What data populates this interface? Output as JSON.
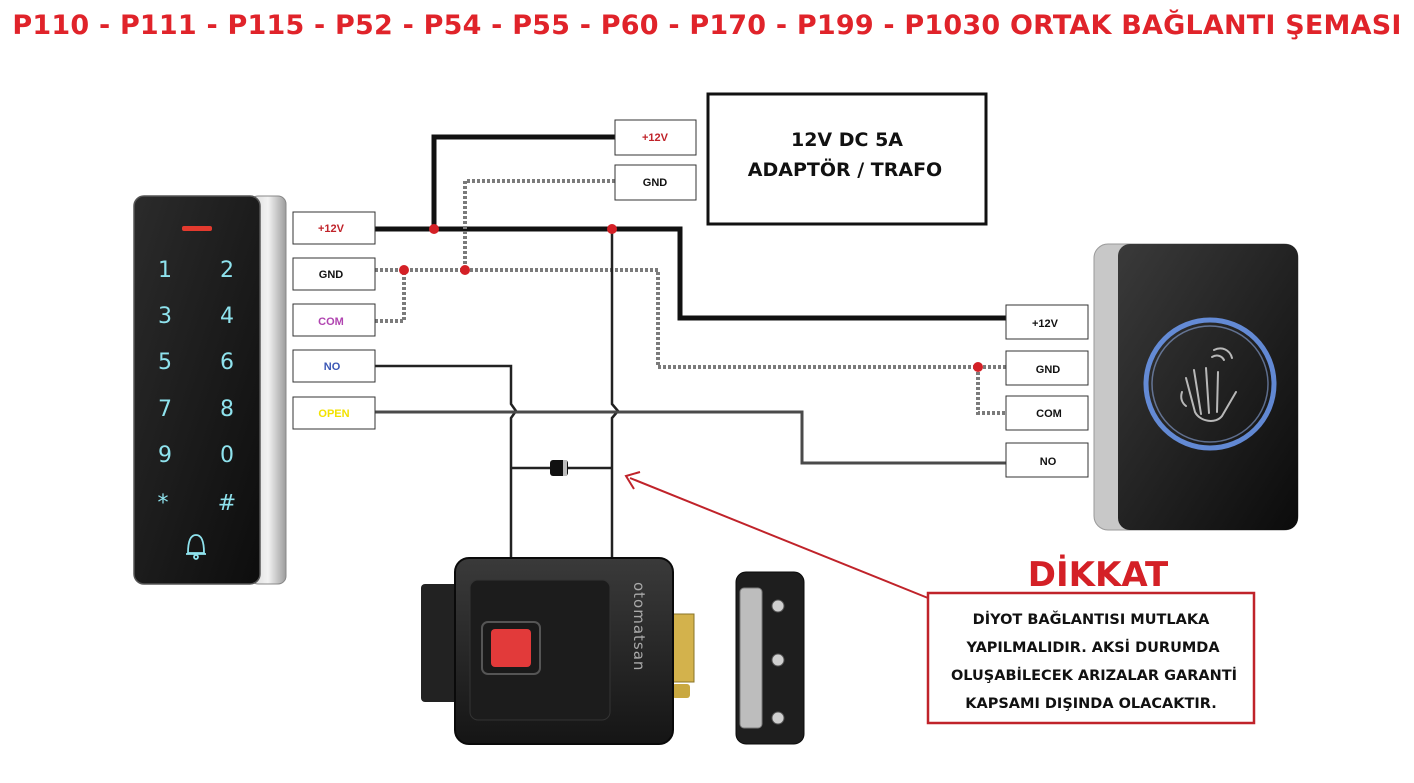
{
  "title": "P110 - P111 - P115 - P52 - P54 - P55 - P60 - P170 - P199 - P1030 ORTAK BAĞLANTI ŞEMASI",
  "power_supply": {
    "line1": "12V DC 5A",
    "line2": "ADAPTÖR / TRAFO",
    "terminals": {
      "plus": "+12V",
      "gnd": "GND"
    }
  },
  "keypad": {
    "terminals": [
      {
        "label": "+12V",
        "color": "#c0232a"
      },
      {
        "label": "GND",
        "color": "#111111"
      },
      {
        "label": "COM",
        "color": "#b044b0"
      },
      {
        "label": "NO",
        "color": "#3b57b5"
      },
      {
        "label": "OPEN",
        "color": "#f2e200"
      }
    ],
    "keys": [
      "1",
      "2",
      "3",
      "4",
      "5",
      "6",
      "7",
      "8",
      "9",
      "0",
      "*",
      "#"
    ]
  },
  "exit_button": {
    "terminals": [
      "+12V",
      "GND",
      "COM",
      "NO"
    ]
  },
  "lock": {
    "brand": "otomatsan"
  },
  "warning": {
    "title": "DİKKAT",
    "lines": [
      "DİYOT BAĞLANTISI MUTLAKA",
      "YAPILMALIDIR. AKSİ DURUMDA",
      "OLUŞABİLECEK ARIZALAR GARANTİ",
      "KAPSAMI DIŞINDA OLACAKTIR."
    ]
  },
  "colors": {
    "title": "#e0232a",
    "accent": "#d42026",
    "touch_ring": "#6f9cf5"
  }
}
